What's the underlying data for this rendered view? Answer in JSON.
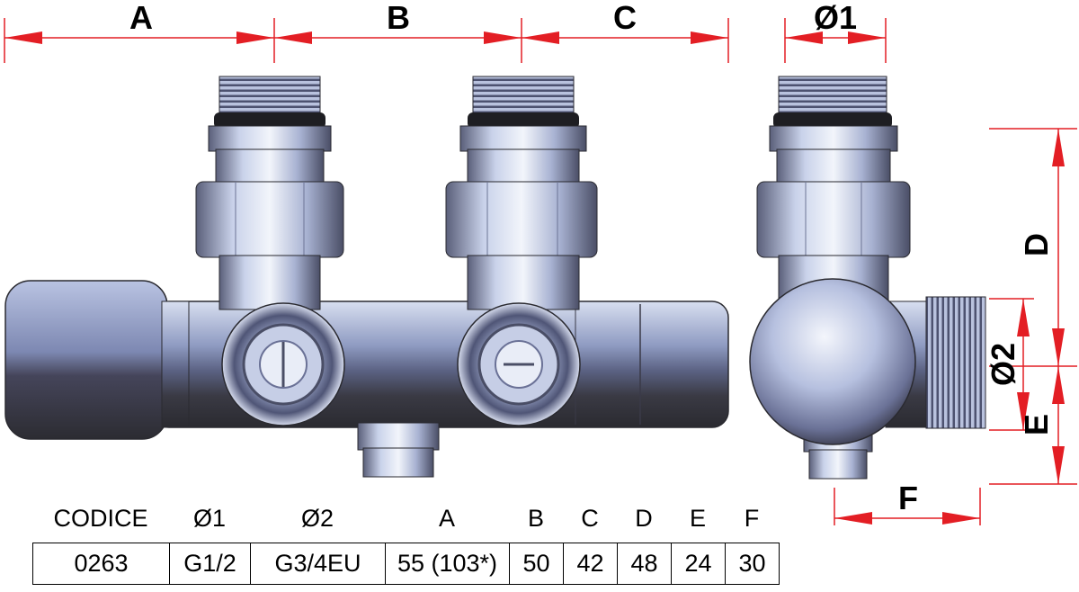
{
  "dimensions": {
    "A": "A",
    "B": "B",
    "C": "C",
    "D": "D",
    "E": "E",
    "F": "F",
    "o1": "Ø1",
    "o2": "Ø2"
  },
  "colors": {
    "arrow": "#e31e24",
    "text": "#000000",
    "metal_light": "#e8eef8",
    "metal_mid": "#9aa6c8",
    "metal_dark": "#3a3a4a"
  },
  "table": {
    "headers": [
      "CODICE",
      "Ø1",
      "Ø2",
      "A",
      "B",
      "C",
      "D",
      "E",
      "F"
    ],
    "row": [
      "0263",
      "G1/2",
      "G3/4EU",
      "55 (103*)",
      "50",
      "42",
      "48",
      "24",
      "30"
    ]
  }
}
